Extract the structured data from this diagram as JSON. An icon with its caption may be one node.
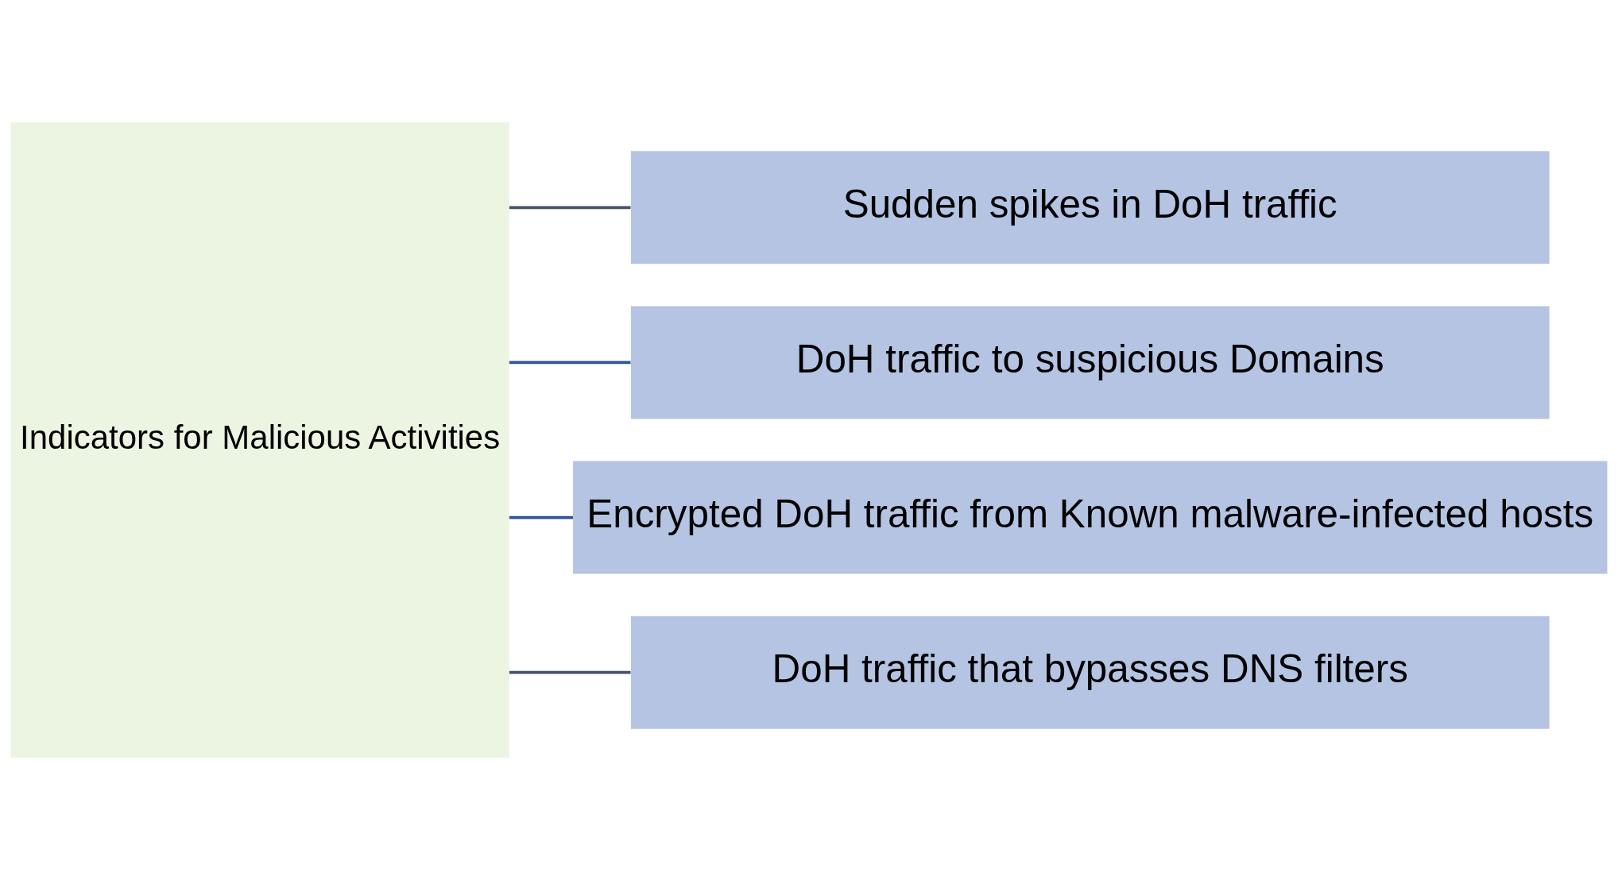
{
  "diagram": {
    "nodes": [
      {
        "text": [
          "Indicators for Malicious Activities"
        ]
      },
      {
        "text": [
          "Sudden spikes in DoH traffic"
        ]
      },
      {
        "text": [
          "DoH traffic to suspicious Domains"
        ]
      },
      {
        "text": [
          "Encrypted DoH traffic from Known malware-infected hosts"
        ]
      },
      {
        "text": [
          "DoH traffic that bypasses DNS filters"
        ]
      }
    ],
    "edges": [
      {
        "from": 0,
        "to": 1,
        "arrow": "none"
      },
      {
        "from": 0,
        "to": 2,
        "arrow": "none",
        "color": "#2f5597"
      },
      {
        "from": 0,
        "to": 3,
        "arrow": "none",
        "color": "#2f5597"
      },
      {
        "from": 0,
        "to": 4,
        "arrow": "none"
      }
    ]
  }
}
